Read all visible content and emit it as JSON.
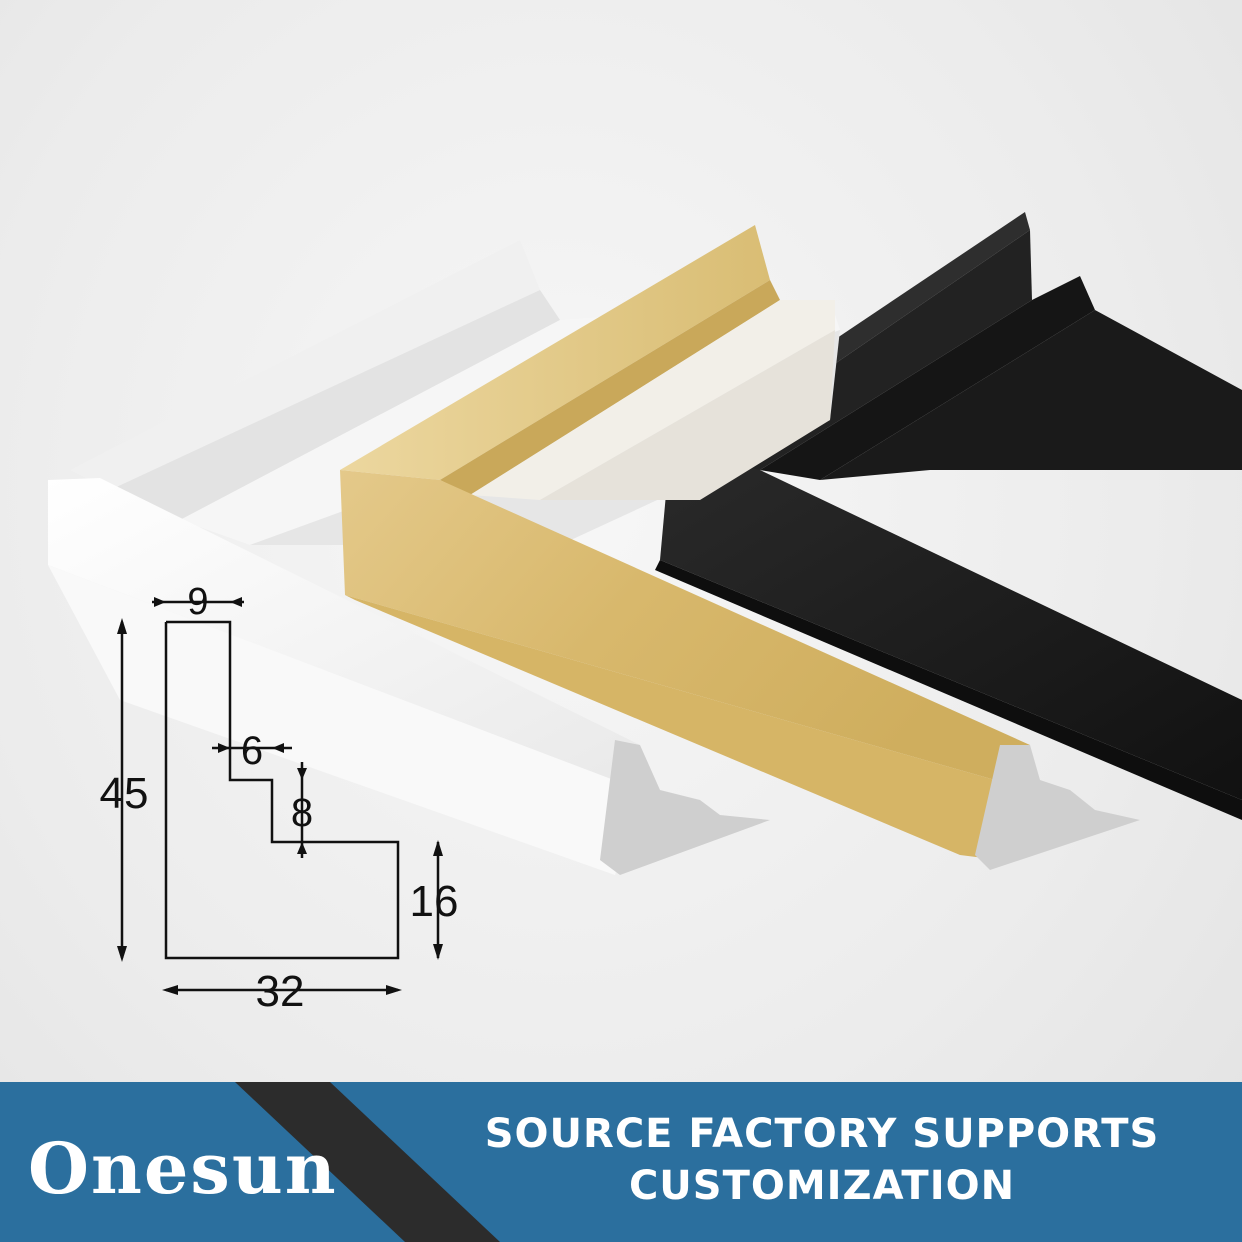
{
  "dimensions": {
    "top_width": "9",
    "step_width": "6",
    "step_height": "8",
    "total_height": "45",
    "lip_height": "16",
    "total_width": "32"
  },
  "brand": {
    "logo": "Onesun"
  },
  "banner": {
    "line1": "SOURCE FACTORY SUPPORTS",
    "line2": "CUSTOMIZATION"
  },
  "colors": {
    "banner_blue": "#2b6f9e",
    "stripe_dark": "#2c2c2c",
    "frame_white": "#f4f4f4",
    "frame_wood": "#dcc07a",
    "frame_black": "#1c1c1c"
  }
}
